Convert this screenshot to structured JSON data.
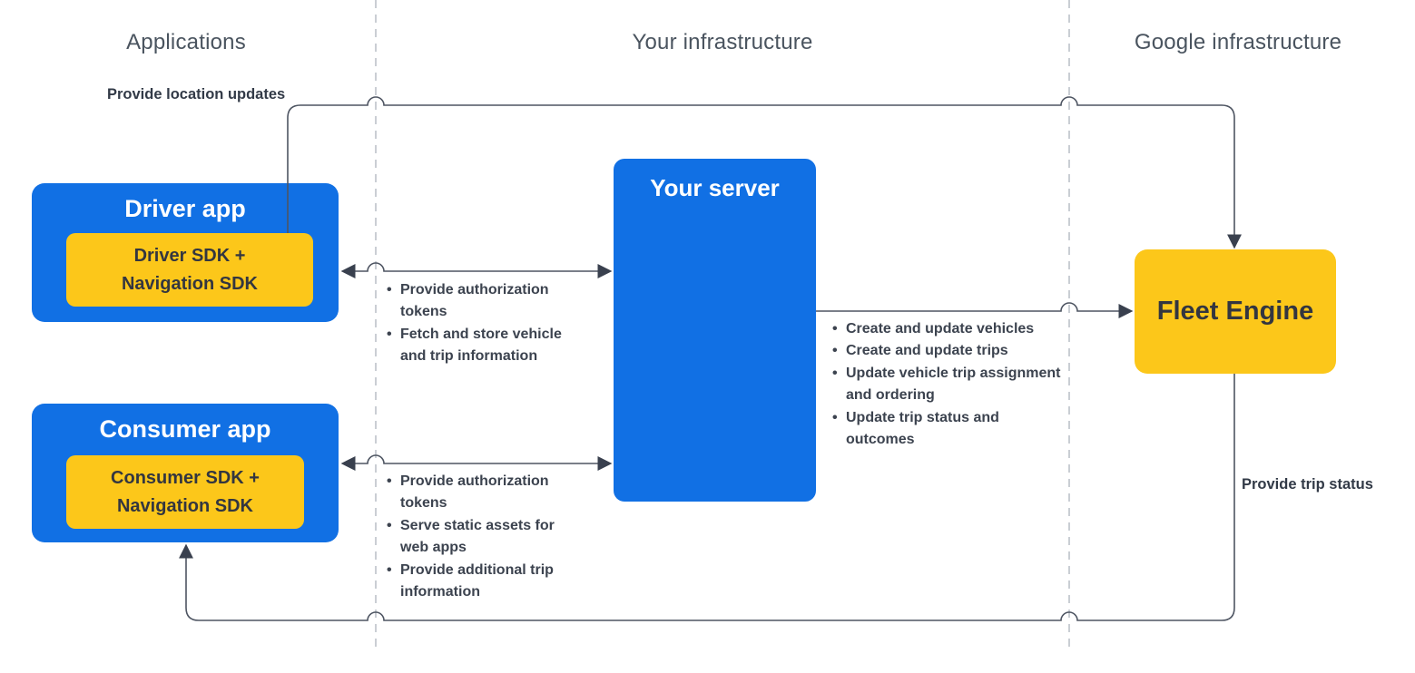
{
  "diagram": {
    "lanes": {
      "applications": "Applications",
      "your_infrastructure": "Your infrastructure",
      "google_infrastructure": "Google infrastructure"
    },
    "nodes": {
      "driver_app": {
        "title": "Driver app",
        "sdk_line1": "Driver SDK +",
        "sdk_line2": "Navigation SDK"
      },
      "consumer_app": {
        "title": "Consumer app",
        "sdk_line1": "Consumer SDK +",
        "sdk_line2": "Navigation SDK"
      },
      "your_server": {
        "title": "Your server"
      },
      "fleet_engine": {
        "title": "Fleet Engine"
      }
    },
    "edges": {
      "location_updates": {
        "label": "Provide location updates",
        "from": "Driver SDK",
        "to": "Fleet Engine"
      },
      "trip_status": {
        "label": "Provide trip status",
        "from": "Fleet Engine",
        "to": "Consumer app"
      },
      "driver_server": {
        "items": [
          "Provide authorization tokens",
          "Fetch and store vehicle and trip information"
        ]
      },
      "consumer_server": {
        "items": [
          "Provide authorization tokens",
          "Serve static assets for web apps",
          "Provide additional trip information"
        ]
      },
      "server_fleet": {
        "items": [
          "Create and update vehicles",
          "Create and update trips",
          "Update vehicle trip assignment and ordering",
          "Update trip status and outcomes"
        ]
      }
    },
    "colors": {
      "box_blue": "#1170E4",
      "box_yellow": "#FCC71A",
      "text_dark": "#333640",
      "line": "#4E5562",
      "arrowhead": "#39404E",
      "divider": "#BDC2C9",
      "header_text": "#4A545F"
    }
  }
}
